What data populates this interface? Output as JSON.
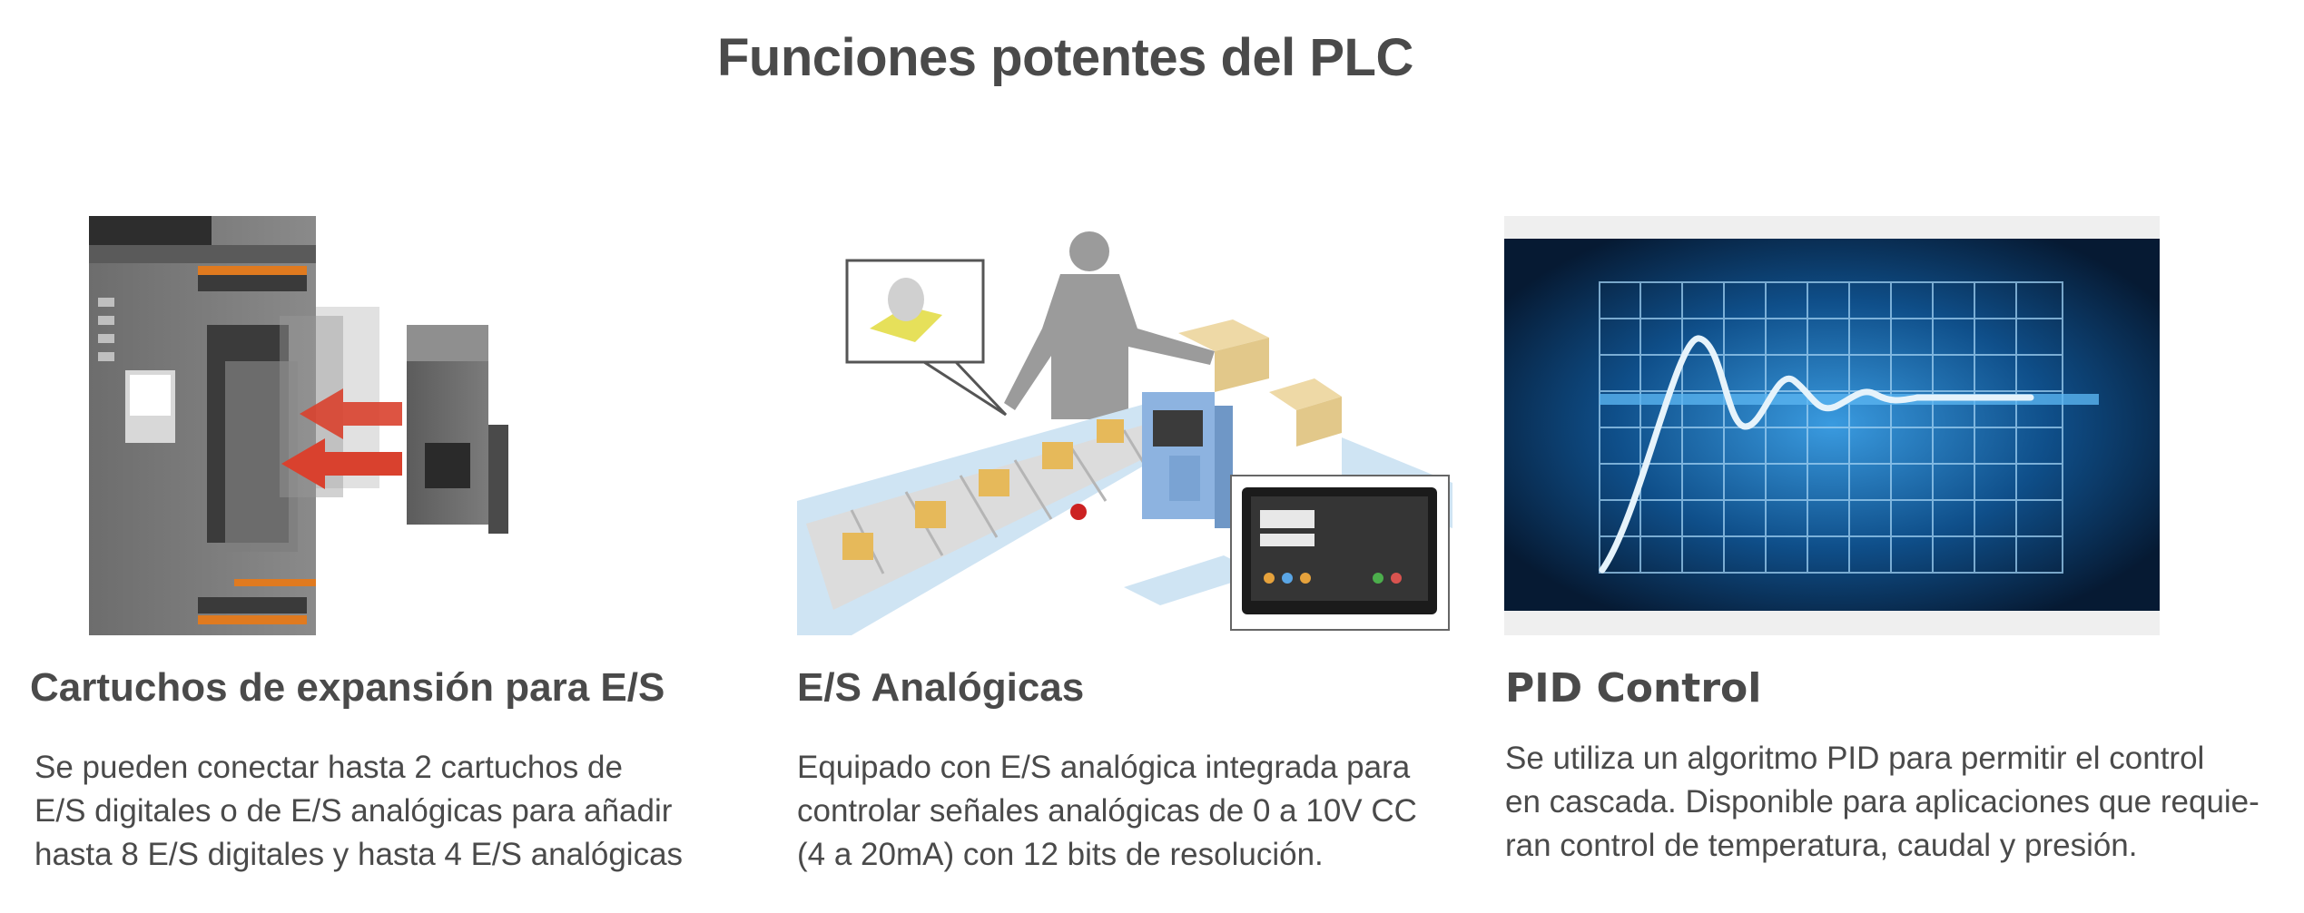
{
  "page": {
    "title": "Funciones potentes del PLC"
  },
  "cards": [
    {
      "image_name": "expansion-cartridge-photo",
      "title": "Cartuchos de expansión para E/S",
      "text": "Se pueden conectar hasta 2 cartuchos de\nE/S  digitales o de E/S analógicas para añadir\nhasta 8 E/S digitales y hasta 4 E/S analógicas"
    },
    {
      "image_name": "conveyor-illustration",
      "title": "E/S Analógicas",
      "text": "Equipado con E/S analógica integrada para\ncontrolar señales analógicas de 0 a 10V CC\n(4 a 20mA) con 12 bits de resolución."
    },
    {
      "image_name": "pid-graph-illustration",
      "title": "PID Control",
      "text": "Se utiliza un algoritmo PID para permitir el control\nen cascada. Disponible para aplicaciones que requie-\nran control de temperatura, caudal y presión."
    }
  ]
}
